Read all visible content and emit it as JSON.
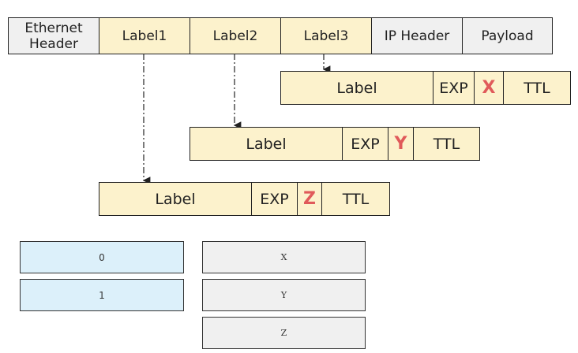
{
  "packet": {
    "cells": [
      "Ethernet Header",
      "Label1",
      "Label2",
      "Label3",
      "IP Header",
      "Payload"
    ]
  },
  "rows": [
    {
      "label": "Label",
      "exp": "EXP",
      "s": "X",
      "ttl": "TTL"
    },
    {
      "label": "Label",
      "exp": "EXP",
      "s": "Y",
      "ttl": "TTL"
    },
    {
      "label": "Label",
      "exp": "EXP",
      "s": "Z",
      "ttl": "TTL"
    }
  ],
  "options": {
    "values": [
      "0",
      "1"
    ],
    "targets": [
      "X",
      "Y",
      "Z"
    ]
  },
  "colors": {
    "label_fill": "#fcf2cc",
    "header_fill": "#f0f0f0",
    "bos_red": "#e05a5a",
    "value_fill": "#dcf0fa"
  }
}
